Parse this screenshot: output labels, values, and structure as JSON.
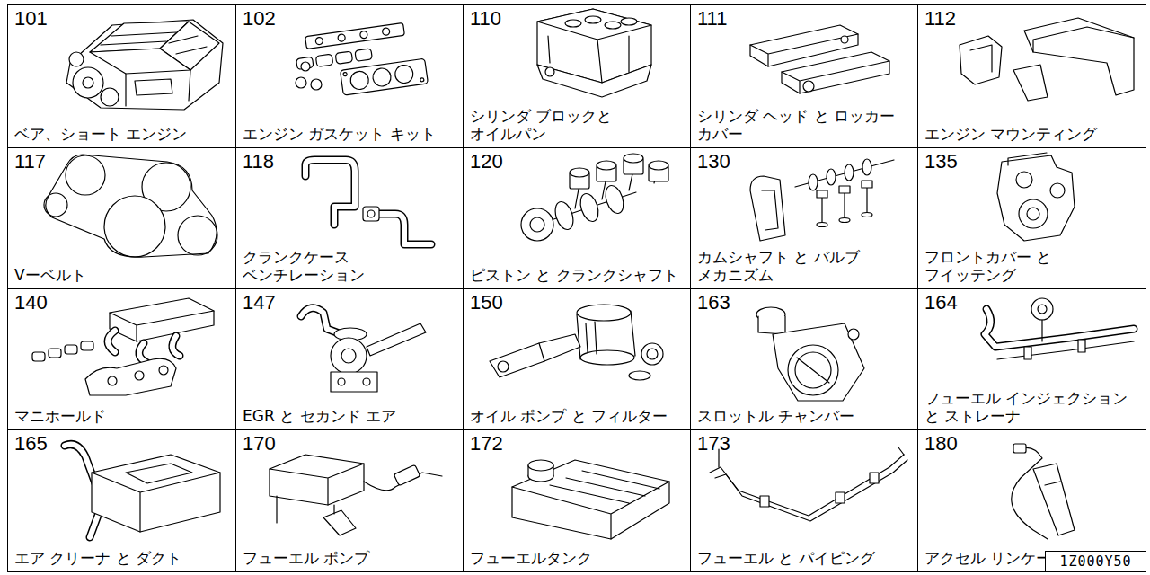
{
  "diagram": {
    "nodes": [
      {
        "text": [
          "101",
          "ベア、ショート エンジン"
        ]
      },
      {
        "text": [
          "102",
          "エンジン ガスケット キット"
        ]
      },
      {
        "text": [
          "110",
          "シリンダ ブロックと オイルパン"
        ]
      },
      {
        "text": [
          "111",
          "シリンダ ヘッド と ロッカー カバー"
        ]
      },
      {
        "text": [
          "112",
          "エンジン マウンティング"
        ]
      },
      {
        "text": [
          "117",
          "Vーベルト"
        ]
      },
      {
        "text": [
          "118",
          "クランクケース ベンチレーション"
        ]
      },
      {
        "text": [
          "120",
          "ピストン と クランクシャフト"
        ]
      },
      {
        "text": [
          "130",
          "カムシャフト と バルブ メカニズム"
        ]
      },
      {
        "text": [
          "135",
          "フロントカバー と フイッテング"
        ]
      },
      {
        "text": [
          "140",
          "マニホールド"
        ]
      },
      {
        "text": [
          "147",
          "EGR と セカンド エア"
        ]
      },
      {
        "text": [
          "150",
          "オイル ポンプ と フィルター"
        ]
      },
      {
        "text": [
          "163",
          "スロットル チャンバー"
        ]
      },
      {
        "text": [
          "164",
          "フューエル インジェクション と ストレーナ"
        ]
      },
      {
        "text": [
          "165",
          "エア クリーナ と ダクト"
        ]
      },
      {
        "text": [
          "170",
          "フューエル ポンプ"
        ]
      },
      {
        "text": [
          "172",
          "フューエルタンク"
        ]
      },
      {
        "text": [
          "173",
          "フューエル と パイピング"
        ]
      },
      {
        "text": [
          "180",
          "アクセル リンケージ"
        ]
      },
      {
        "text": [
          "1Z000Y50"
        ]
      }
    ]
  }
}
